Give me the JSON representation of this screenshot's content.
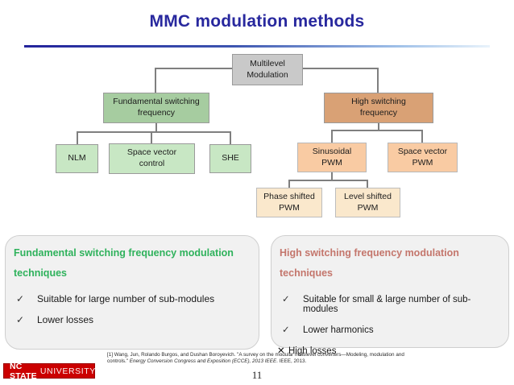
{
  "slide": {
    "title": "MMC modulation methods",
    "page_number": "11"
  },
  "tree": {
    "root": "Multilevel\nModulation",
    "fundamental": "Fundamental switching\nfrequency",
    "high": "High switching\nfrequency",
    "nlm": "NLM",
    "space_vector_control": "Space vector\ncontrol",
    "she": "SHE",
    "sinusoidal_pwm": "Sinusoidal\nPWM",
    "space_vector_pwm": "Space vector\nPWM",
    "phase_shifted_pwm": "Phase shifted\nPWM",
    "level_shifted_pwm": "Level shifted\nPWM"
  },
  "panels": {
    "left": {
      "heading": "Fundamental switching frequency modulation techniques",
      "items": [
        {
          "mark": "✓",
          "text": "Suitable for large number of sub-modules"
        },
        {
          "mark": "✓",
          "text": "Lower losses"
        }
      ]
    },
    "right": {
      "heading": "High switching frequency modulation techniques",
      "items": [
        {
          "mark": "✓",
          "text": "Suitable for small & large number of sub-modules"
        },
        {
          "mark": "✓",
          "text": "Lower harmonics"
        },
        {
          "mark": "✕",
          "text": "High losses"
        }
      ]
    }
  },
  "citation": {
    "prefix": "[1] Wang, Jun, Rolando Burgos, and Dushan Boroyevich. \"A survey on the modular multilevel converters—Modeling, modulation and controls.\" ",
    "italic": "Energy Conversion Congress and Exposition (ECCE), 2013 IEEE",
    "suffix": ". IEEE, 2013."
  },
  "footer": {
    "logo_primary": "NC STATE",
    "logo_secondary": "UNIVERSITY"
  },
  "colors": {
    "title_blue": "#28289E",
    "root_gray": "#C9C9C9",
    "green_dark": "#A6CCA0",
    "green_light": "#C8E7C4",
    "orange_dark": "#D9A175",
    "orange_light": "#F9CBA3",
    "cream": "#FAE8CC",
    "heading_green": "#2FB25C",
    "heading_salmon": "#C4766C",
    "logo_red": "#CB0000"
  }
}
